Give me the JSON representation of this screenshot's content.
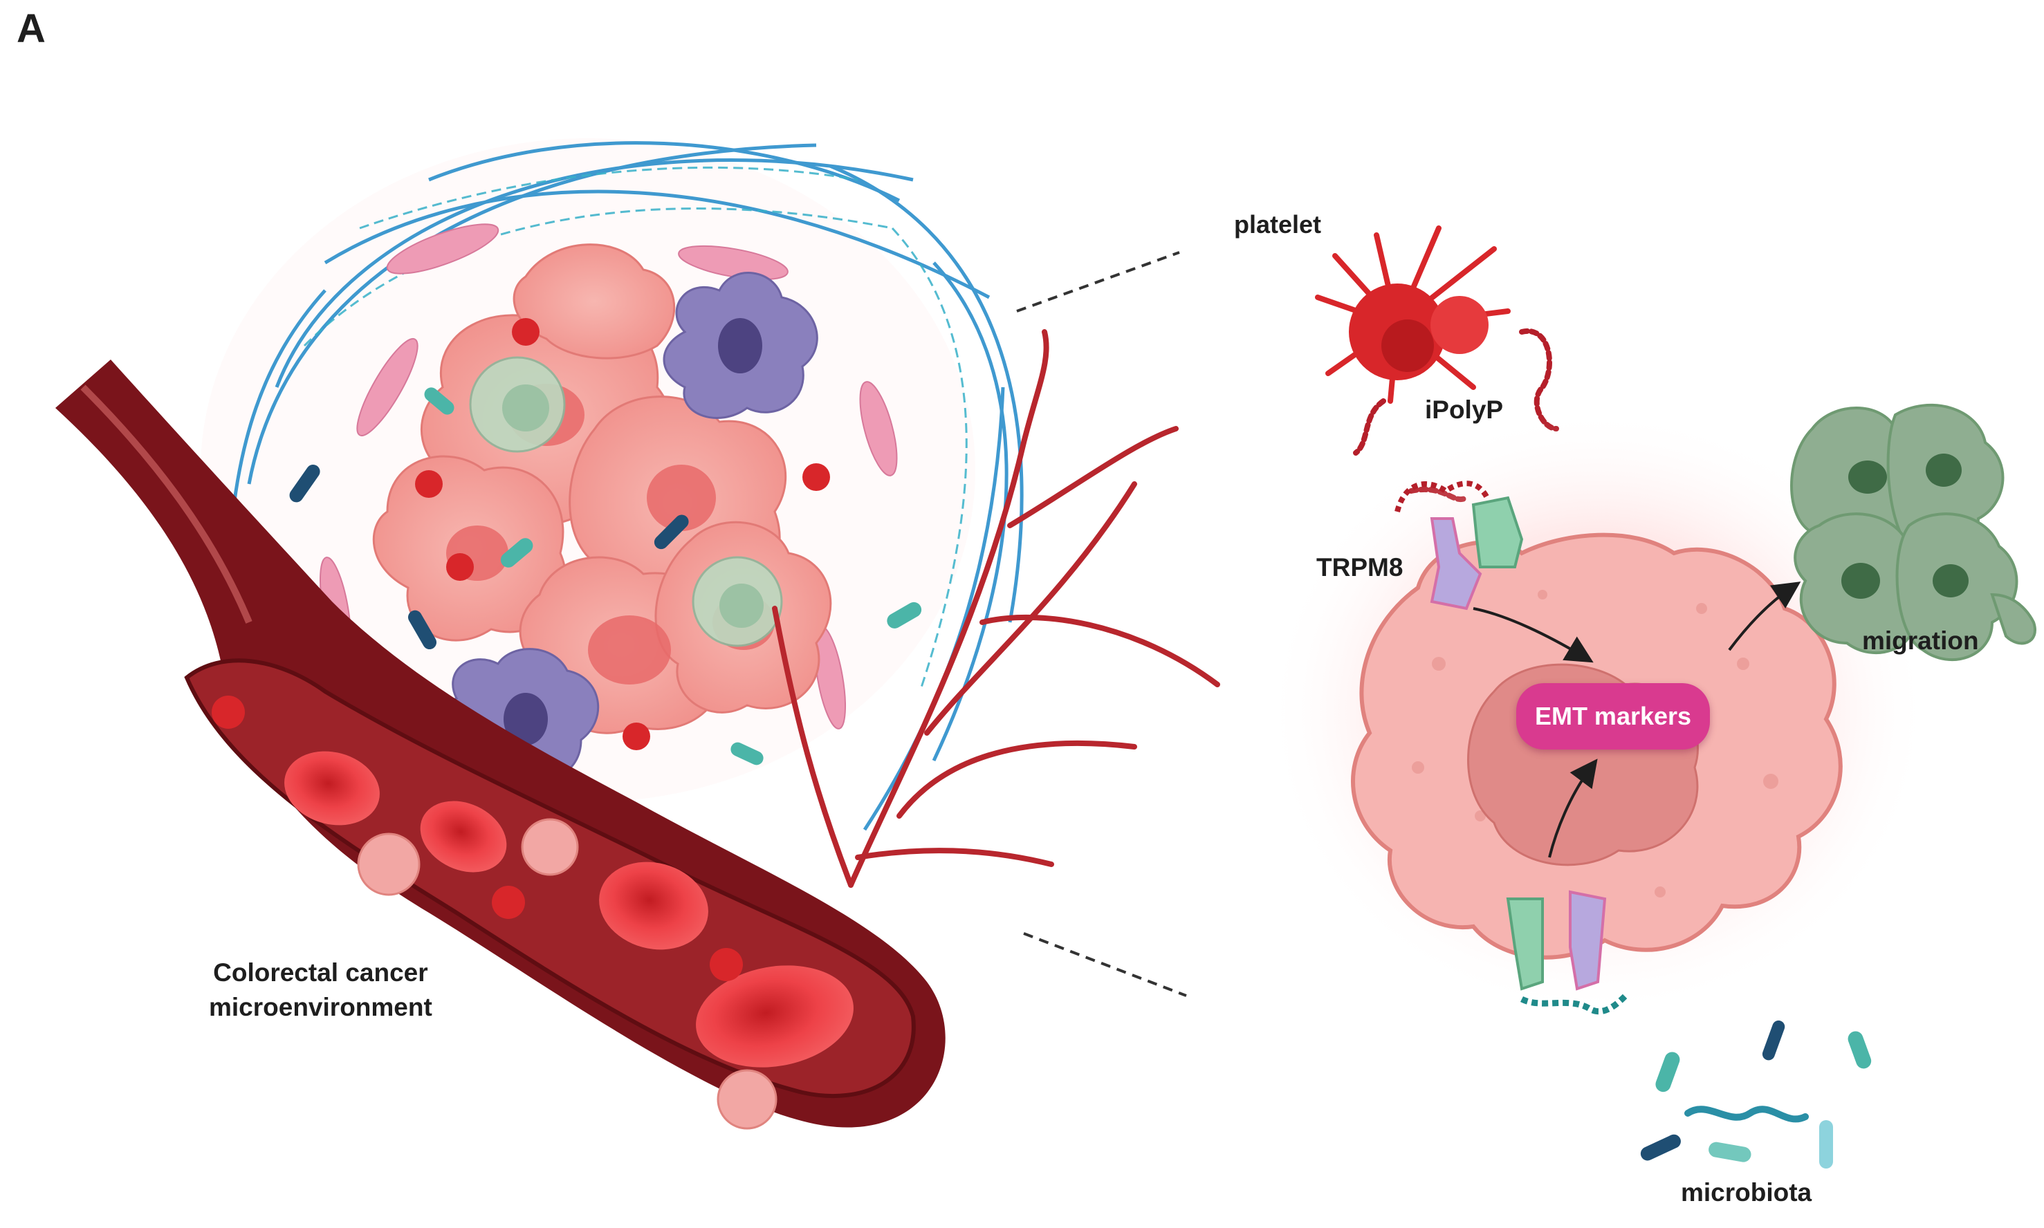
{
  "figure": {
    "panel_letter": "A",
    "environment_label_line1": "Colorectal cancer",
    "environment_label_line2": "microenvironment",
    "platelet_label": "platelet",
    "ipolyp_label": "iPolyP",
    "trpm8_label": "TRPM8",
    "emt_label": "EMT markers",
    "migration_label": "migration",
    "microbiota_label": "microbiota"
  },
  "colors": {
    "vessel_outer": "#7a141b",
    "vessel_inner": "#9c2329",
    "red_blood_cell": "#e8363c",
    "platelet": "#d8262a",
    "tumor_cell": "#f3a7a2",
    "immune_cell": "#8a80bd",
    "fibroblast": "#ee9bb5",
    "collagen": "#2b8fcb",
    "bacteria_teal": "#4bb5a8",
    "bacteria_navy": "#1f4e73",
    "emt_badge": "#d93a8f",
    "migrating_cells": "#6f9a72",
    "receptor_green": "#8fd0ad",
    "receptor_purple": "#b7a8de"
  },
  "icons": [
    "blood-vessel-icon",
    "tumor-mass-icon",
    "platelet-icon",
    "red-blood-cell-icon",
    "cancer-cell-icon",
    "nucleus-icon",
    "trpm8-receptor-icon",
    "polyp-chain-icon",
    "bacteria-icon",
    "migrating-cells-icon",
    "arrow-icon"
  ]
}
